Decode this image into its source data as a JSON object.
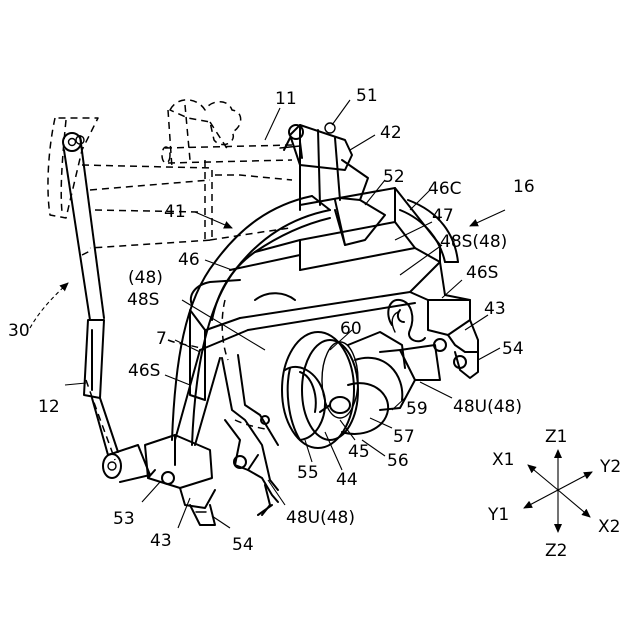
{
  "labels": {
    "l11": "11",
    "l51": "51",
    "l42": "42",
    "l52": "52",
    "l46c": "46C",
    "l16": "16",
    "l47": "47",
    "l41": "41",
    "l48s48_right": "48S(48)",
    "l46_top": "46",
    "l46s_right": "46S",
    "l48_paren": "(48)",
    "l48s_left": "48S",
    "l43_right": "43",
    "l60": "60",
    "l30": "30",
    "l7": "7",
    "l54_right": "54",
    "l46s_left": "46S",
    "l59": "59",
    "l48u_right": "48U(48)",
    "l12": "12",
    "l57": "57",
    "l45": "45",
    "l56": "56",
    "l55": "55",
    "l44": "44",
    "l53": "53",
    "l48u_bottom": "48U(48)",
    "l43_bottom": "43",
    "l54_bottom": "54"
  },
  "axes": {
    "z1": "Z1",
    "x1": "X1",
    "y2": "Y2",
    "y1": "Y1",
    "x2": "X2",
    "z2": "Z2"
  }
}
